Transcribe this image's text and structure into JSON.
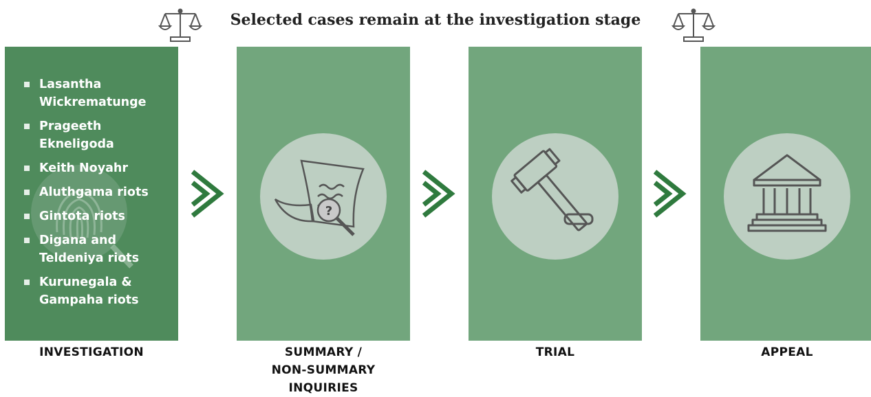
{
  "title": "Selected cases remain at the investigation stage",
  "icons": {
    "left_scale": "scales-of-justice-icon",
    "right_scale": "scales-of-justice-icon",
    "investigation": "fingerprint-magnifier-icon",
    "summary": "document-question-magnifier-icon",
    "trial": "gavel-icon",
    "appeal": "courthouse-icon",
    "arrow": "double-chevron-right-icon"
  },
  "colors": {
    "panel": "#72a67d",
    "panel_active": "#4f8b5c",
    "circle": "#bdcfc2",
    "chevron": "#2f7a3e"
  },
  "cases": [
    "Lasantha\nWickrematunge",
    "Prageeth\nEkneligoda",
    "Keith Noyahr",
    "Aluthgama riots",
    "Gintota riots",
    "Digana and\nTeldeniya riots",
    "Kurunegala &\nGampaha riots"
  ],
  "stages": [
    {
      "label": "INVESTIGATION"
    },
    {
      "label": "SUMMARY /\nNON-SUMMARY\nINQUIRIES"
    },
    {
      "label": "TRIAL"
    },
    {
      "label": "APPEAL"
    }
  ]
}
